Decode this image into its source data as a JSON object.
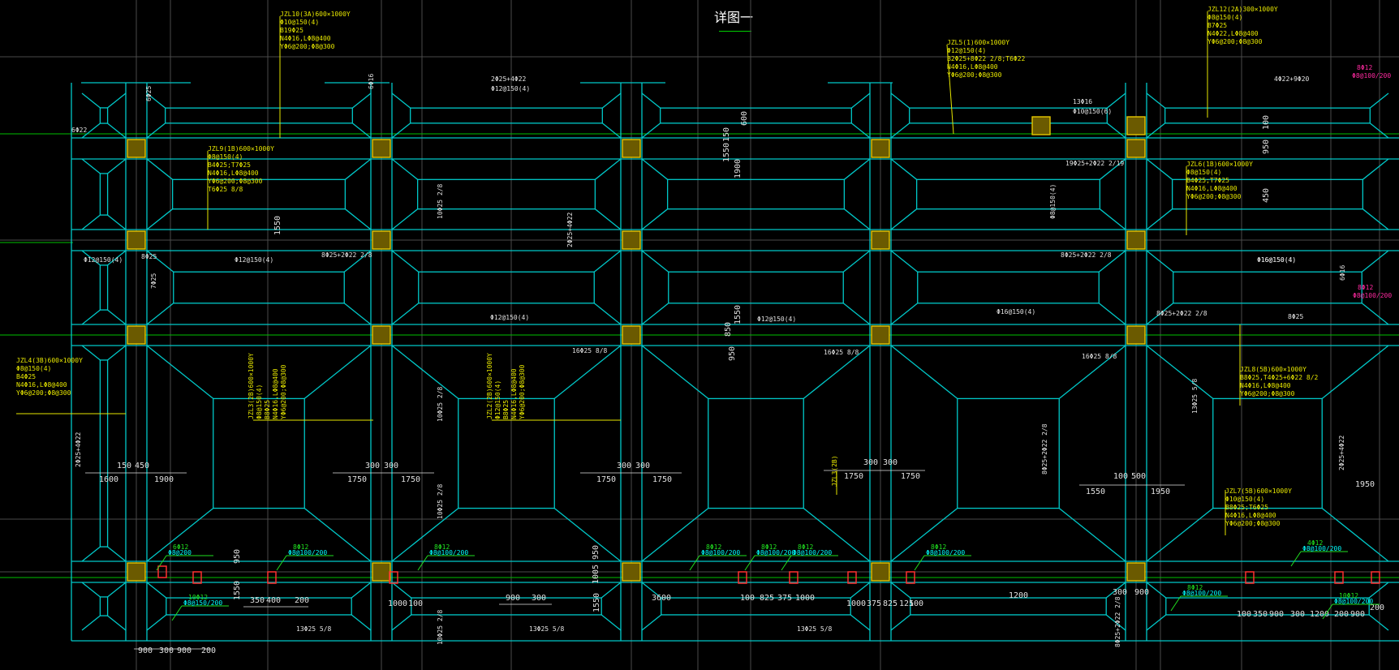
{
  "drawing": {
    "title": "详图一"
  },
  "colors": {
    "background": "#000000",
    "beam_outline": "#00c8c8",
    "axis_line": "#4a4a4a",
    "green_line": "#00c000",
    "annotation_yellow": "#e6e600",
    "annotation_green": "#20e020",
    "annotation_cyan": "#00ffff",
    "annotation_white": "#e0e0e0",
    "annotation_magenta": "#ff2aa0",
    "column_fill": "#6b5a00",
    "column_border": "#e6c800",
    "hatch_red": "#ff3030"
  },
  "beam_annotations": [
    {
      "id": "jzl10",
      "lines": [
        "JZL10(3A)600×1000Y",
        "Φ10@150(4)",
        "B19Φ25",
        "N4Φ16,LΦ8@400",
        "YΦ6@200;Φ8@300"
      ]
    },
    {
      "id": "jzl9",
      "lines": [
        "JZL9(1B)600×1000Y",
        "Φ8@150(4)",
        "B4Φ25;T7Φ25",
        "N4Φ16,LΦ8@400",
        "YΦ6@200;Φ8@300",
        "T6Φ25 8/8"
      ]
    },
    {
      "id": "jzl5",
      "lines": [
        "JZL5(1)600×1000Y",
        "Φ12@150(4)",
        "B2Φ25+8Φ22 2/8;T6Φ22",
        "N4Φ16,LΦ8@400",
        "YΦ6@200;Φ8@300"
      ]
    },
    {
      "id": "jzl12",
      "lines": [
        "JZL12(2A)300×1000Y",
        "Φ8@150(4)",
        "B7Φ25",
        "N4Φ22,LΦ8@400",
        "YΦ6@200;Φ8@300"
      ]
    },
    {
      "id": "jzl6",
      "lines": [
        "JZL6(1B)600×1000Y",
        "Φ8@150(4)",
        "B4Φ25;T7Φ25",
        "N4Φ16,LΦ8@400",
        "YΦ6@200;Φ8@300"
      ]
    },
    {
      "id": "jzl4",
      "lines": [
        "JZL4(3B)600×1000Y",
        "Φ8@150(4)",
        "B4Φ25",
        "N4Φ16,LΦ8@400",
        "YΦ6@200;Φ8@300"
      ]
    },
    {
      "id": "jzl3",
      "lines": [
        "JZL3(2B)600×1000Y",
        "Φ8@150(4)",
        "B8Φ25",
        "N4Φ16,LΦ8@400",
        "YΦ6@200;Φ8@300"
      ]
    },
    {
      "id": "jzl2",
      "lines": [
        "JZL2(2B)600×1000Y",
        "Φ12@150(4)",
        "B8Φ25",
        "N4Φ16,LΦ8@400",
        "YΦ6@200;Φ8@300"
      ]
    },
    {
      "id": "jzl8",
      "lines": [
        "JZL8(5B)600×1000Y",
        "B8Φ25,T4Φ25+6Φ22 8/2",
        "N4Φ16,LΦ8@400",
        "YΦ6@200;Φ8@300"
      ]
    },
    {
      "id": "jzl7",
      "lines": [
        "JZL7(5B)600×1000Y",
        "Φ10@150(4)",
        "B8Φ25;T6Φ25",
        "N4Φ16,LΦ8@400",
        "YΦ6@200;Φ8@300"
      ]
    },
    {
      "id": "jzl3b",
      "lines": [
        "JZL3(2B)"
      ]
    }
  ],
  "dimension_labels": [
    {
      "id": "d1",
      "text": "150"
    },
    {
      "id": "d2",
      "text": "450"
    },
    {
      "id": "d3",
      "text": "1600"
    },
    {
      "id": "d4",
      "text": "1900"
    },
    {
      "id": "d5",
      "text": "300"
    },
    {
      "id": "d6",
      "text": "300"
    },
    {
      "id": "d7",
      "text": "1750"
    },
    {
      "id": "d8",
      "text": "1750"
    },
    {
      "id": "d9",
      "text": "300"
    },
    {
      "id": "d10",
      "text": "300"
    },
    {
      "id": "d11",
      "text": "1750"
    },
    {
      "id": "d12",
      "text": "1750"
    },
    {
      "id": "d13",
      "text": "300"
    },
    {
      "id": "d14",
      "text": "300"
    },
    {
      "id": "d15",
      "text": "1750"
    },
    {
      "id": "d16",
      "text": "1750"
    },
    {
      "id": "d17",
      "text": "100"
    },
    {
      "id": "d18",
      "text": "500"
    },
    {
      "id": "d19",
      "text": "1550"
    },
    {
      "id": "d20",
      "text": "1950"
    },
    {
      "id": "d21",
      "text": "1950"
    },
    {
      "id": "d22",
      "text": "900"
    },
    {
      "id": "d23",
      "text": "300"
    },
    {
      "id": "d24",
      "text": "900"
    },
    {
      "id": "d25",
      "text": "200"
    },
    {
      "id": "d26",
      "text": "350"
    },
    {
      "id": "d27",
      "text": "400"
    },
    {
      "id": "d28",
      "text": "200"
    },
    {
      "id": "d29",
      "text": "1000"
    },
    {
      "id": "d30",
      "text": "100"
    },
    {
      "id": "d31",
      "text": "900"
    },
    {
      "id": "d32",
      "text": "300"
    },
    {
      "id": "d33",
      "text": "3600"
    },
    {
      "id": "d34",
      "text": "100"
    },
    {
      "id": "d35",
      "text": "825"
    },
    {
      "id": "d36",
      "text": "375"
    },
    {
      "id": "d37",
      "text": "1000"
    },
    {
      "id": "d38",
      "text": "1000"
    },
    {
      "id": "d39",
      "text": "375"
    },
    {
      "id": "d40",
      "text": "825"
    },
    {
      "id": "d41",
      "text": "125"
    },
    {
      "id": "d42",
      "text": "100"
    },
    {
      "id": "d43",
      "text": "1200"
    },
    {
      "id": "d44",
      "text": "300"
    },
    {
      "id": "d45",
      "text": "900"
    },
    {
      "id": "d46",
      "text": "100"
    },
    {
      "id": "d47",
      "text": "350"
    },
    {
      "id": "d48",
      "text": "900"
    },
    {
      "id": "d49",
      "text": "300"
    },
    {
      "id": "d50",
      "text": "1200"
    },
    {
      "id": "d51",
      "text": "200"
    },
    {
      "id": "d52",
      "text": "900"
    },
    {
      "id": "d53",
      "text": "200"
    },
    {
      "id": "v1",
      "text": "600"
    },
    {
      "id": "v2",
      "text": "150"
    },
    {
      "id": "v3",
      "text": "1900"
    },
    {
      "id": "v4",
      "text": "1550"
    },
    {
      "id": "v5",
      "text": "100"
    },
    {
      "id": "v6",
      "text": "850"
    },
    {
      "id": "v7",
      "text": "950"
    },
    {
      "id": "v8",
      "text": "1550"
    },
    {
      "id": "v9",
      "text": "950"
    },
    {
      "id": "v10",
      "text": "1550"
    },
    {
      "id": "v11",
      "text": "950"
    },
    {
      "id": "v12",
      "text": "1005"
    },
    {
      "id": "v13",
      "text": "1550"
    },
    {
      "id": "v14",
      "text": "450"
    },
    {
      "id": "v15",
      "text": "950"
    },
    {
      "id": "v16",
      "text": "1550"
    }
  ],
  "rebar_labels": [
    {
      "id": "r1",
      "text": "2Φ25+4Φ22"
    },
    {
      "id": "r2",
      "text": "Φ12@150(4)"
    },
    {
      "id": "r3",
      "text": "6Φ25"
    },
    {
      "id": "r4",
      "text": "6Φ22"
    },
    {
      "id": "r5",
      "text": "6Φ16"
    },
    {
      "id": "r6",
      "text": "8Φ25"
    },
    {
      "id": "r7",
      "text": "8Φ25+2Φ22 2/8"
    },
    {
      "id": "r8",
      "text": "Φ12@150(4)"
    },
    {
      "id": "r9",
      "text": "Φ16@150(4)"
    },
    {
      "id": "r10",
      "text": "16Φ25 8/8"
    },
    {
      "id": "r11",
      "text": "16Φ25 8/8"
    },
    {
      "id": "r12",
      "text": "16Φ25 8/8"
    },
    {
      "id": "r13",
      "text": "Φ12@150(4)"
    },
    {
      "id": "r14",
      "text": "Φ16@150(4)"
    },
    {
      "id": "r15",
      "text": "13Φ25 5/8"
    },
    {
      "id": "r16",
      "text": "13Φ25 5/8"
    },
    {
      "id": "r17",
      "text": "13Φ25 5/8"
    },
    {
      "id": "r18",
      "text": "19Φ25+2Φ22 2/19"
    },
    {
      "id": "r19",
      "text": "8Φ25+2Φ22 2/8"
    },
    {
      "id": "r20",
      "text": "Φ16@150(4)"
    },
    {
      "id": "r21",
      "text": "4Φ22+9Φ20"
    },
    {
      "id": "r22",
      "text": "13Φ16"
    },
    {
      "id": "r23",
      "text": "Φ10@150(6)"
    },
    {
      "id": "r24",
      "text": "8Φ25"
    },
    {
      "id": "r25",
      "text": "Φ12@150(4)"
    },
    {
      "id": "r26",
      "text": "7Φ25"
    },
    {
      "id": "r27",
      "text": "8Φ25+2Φ22 2/8"
    },
    {
      "id": "r28",
      "text": "6Φ16"
    },
    {
      "id": "r29",
      "text": "2Φ25+4Φ22"
    },
    {
      "id": "r30",
      "text": "Φ12@150(4)"
    },
    {
      "id": "r31",
      "text": "2Φ25+4Φ22"
    },
    {
      "id": "r32",
      "text": "10Φ25 2/8"
    },
    {
      "id": "r33",
      "text": "10Φ25 2/8"
    },
    {
      "id": "r34",
      "text": "10Φ25 2/8"
    },
    {
      "id": "r35",
      "text": "10Φ25 2/8"
    },
    {
      "id": "r36",
      "text": "13Φ25 5/8"
    },
    {
      "id": "r37",
      "text": "2Φ25+4Φ22"
    },
    {
      "id": "r38",
      "text": "8Φ25+2Φ22 2/8"
    },
    {
      "id": "r39",
      "text": "Φ8@150(4)"
    },
    {
      "id": "r40",
      "text": "8Φ25+2Φ22 2/8"
    }
  ],
  "green_callouts": [
    {
      "id": "g1",
      "text": "6Φ12",
      "sub": "Φ8@200"
    },
    {
      "id": "g2",
      "text": "10Φ12",
      "sub": "Φ8@150/200"
    },
    {
      "id": "g3",
      "text": "8Φ12",
      "sub": "Φ8@100/200"
    },
    {
      "id": "g4",
      "text": "8Φ12",
      "sub": "Φ8@100/200"
    },
    {
      "id": "g5",
      "text": "8Φ12",
      "sub": "Φ8@100/200"
    },
    {
      "id": "g6",
      "text": "8Φ12",
      "sub": "Φ8@100/200"
    },
    {
      "id": "g7",
      "text": "8Φ12",
      "sub": "Φ8@100/200"
    },
    {
      "id": "g8",
      "text": "8Φ12",
      "sub": "Φ8@100/200"
    },
    {
      "id": "g9",
      "text": "8Φ12",
      "sub": "Φ8@100/200"
    },
    {
      "id": "g10",
      "text": "4Φ12",
      "sub": "Φ8@100/200"
    },
    {
      "id": "g11",
      "text": "10Φ12",
      "sub": "Φ8@100/200"
    }
  ],
  "magenta_callouts": [
    {
      "id": "m1",
      "text": "8Φ12",
      "sub": "Φ8@100/200"
    },
    {
      "id": "m2",
      "text": "8Φ12",
      "sub": "Φ8@100/200"
    }
  ]
}
